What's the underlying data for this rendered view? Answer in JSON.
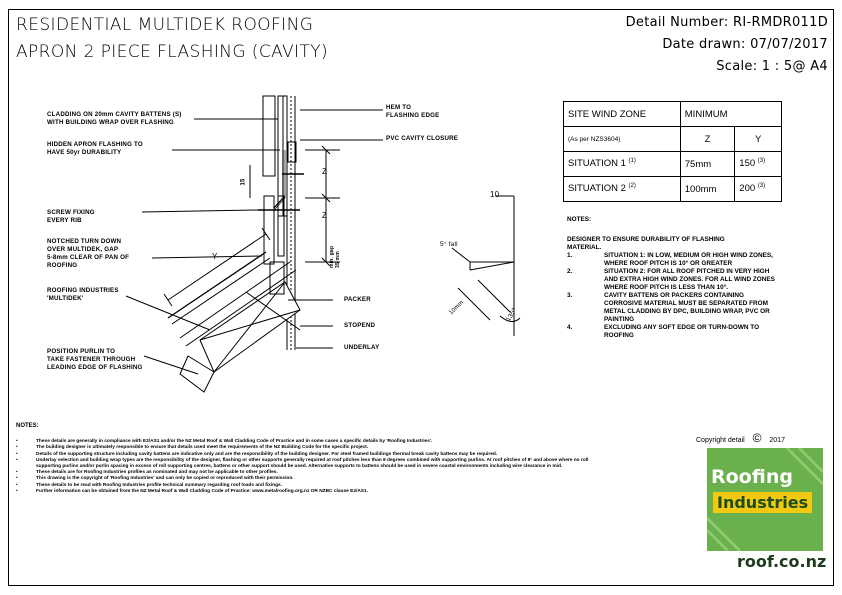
{
  "header": {
    "title_line1": "RESIDENTIAL MULTIDEK ROOFING",
    "title_line2": "APRON 2 PIECE FLASHING (CAVITY)",
    "detail_number": "Detail Number:  RI-RMDR011D",
    "date_drawn": "Date drawn:  07/07/2017",
    "scale": "Scale:    1 : 5@ A4"
  },
  "diagram_labels": {
    "cladding": [
      "CLADDING ON 20mm CAVITY BATTENS (S)",
      "WITH BUILDING WRAP OVER FLASHING"
    ],
    "hidden_apron": [
      "HIDDEN APRON FLASHING TO",
      "HAVE 50yr DURABILITY"
    ],
    "screw": [
      "SCREW FIXING",
      "EVERY RIB"
    ],
    "notched": [
      "NOTCHED TURN DOWN",
      "OVER MULTIDEK, GAP",
      "5-8mm CLEAR OF PAN OF",
      "ROOFING"
    ],
    "roofing_industries": [
      "ROOFING INDUSTRIES",
      "'MULTIDEK'"
    ],
    "position_purlin": [
      "POSITION PURLIN TO",
      "TAKE FASTENER THROUGH",
      "LEADING EDGE OF FLASHING"
    ],
    "hem": [
      "HEM TO",
      "FLASHING EDGE"
    ],
    "pvc": "PVC CAVITY CLOSURE",
    "packer": "PACKER",
    "stopend": "STOPEND",
    "underlay": "UNDERLAY",
    "dim_z1": "Z",
    "dim_z2": "Z",
    "dim_15": "15",
    "dim_y": "Y",
    "dim_min": [
      "min. gap",
      "35 mm"
    ],
    "detail_10": "10",
    "detail_fall": "5° fall",
    "detail_10mm": "10mm",
    "detail_135": "135°"
  },
  "wind_table": {
    "header_label": "SITE WIND ZONE",
    "header_value": "MINIMUM",
    "sub_label": "(As per NZS3604)",
    "col_z": "Z",
    "col_y": "Y",
    "rows": [
      {
        "label": "SITUATION 1",
        "ref": "(1)",
        "z": "75mm",
        "y": "150",
        "yref": "(3)"
      },
      {
        "label": "SITUATION 2",
        "ref": "(2)",
        "z": "100mm",
        "y": "200",
        "yref": "(3)"
      }
    ]
  },
  "notes_right": {
    "heading": "NOTES:",
    "intro": [
      "DESIGNER TO ENSURE DURABILITY OF FLASHING",
      "MATERIAL."
    ],
    "items": [
      {
        "num": "1.",
        "lines": [
          "SITUATION 1: IN LOW, MEDIUM OR HIGH WIND ZONES,",
          "WHERE ROOF PITCH IS 10° OR GREATER"
        ]
      },
      {
        "num": "2.",
        "lines": [
          "SITUATION 2: FOR ALL ROOF PITCHED IN VERY HIGH",
          "AND EXTRA HIGH WIND ZONES. FOR ALL WIND ZONES",
          "WHERE ROOF PITCH IS LESS THAN 10°."
        ]
      },
      {
        "num": "3.",
        "lines": [
          "CAVITY BATTENS OR PACKERS CONTAINING",
          "CORROSIVE MATERIAL MUST BE SEPARATED FROM",
          "METAL CLADDING BY DPC, BUILDING WRAP, PVC OR",
          "PAINTING"
        ]
      },
      {
        "num": "4.",
        "lines": [
          "EXCLUDING ANY SOFT EDGE OR TURN-DOWN TO",
          "ROOFING"
        ]
      }
    ]
  },
  "notes_bottom": {
    "heading": "NOTES:",
    "items": [
      "These details are generally in compliance with E2/AS1 and/or the NZ Metal Roof & Wall Cladding Code of Practice and in some cases a specific details by 'Roofing Industries'.",
      "The building designer is ultimately responsible to ensure that details used meet the requirements of the NZ Building Code for the specific project.",
      "Details of the supporting structure including cavity battens are indicative only and are the responsibility of the building designer. For steel framed buildings thermal break cavity battens may be required.",
      "Underlay selection and building wrap types are the responsibility of the designer, flashing or other supports generally required at roof pitches less than 8 degrees combined with supporting purlins. At roof pitches of 8° and above where no roll supporting purlins and/or purlin spacing in excess of roll supporting centres, battens or other support should be used. Alternative supports to battens should be used in severe coastal environments including wire clearance in mid.",
      "These details are for Roofing Industries profiles as nominated and may not be applicable to other profiles.",
      "This drawing is the copyright of 'Roofing Industries' and can only be copied or reproduced with their permission.",
      "These details to be read with Roofing Industries profile technical summary regarding roof loads and fixings.",
      "Further information can be obtained from the NZ Metal Roof & Wall Cladding Code of Practice: www.metalroofing.org.nz OR NZBC clause E2/AS1."
    ]
  },
  "footer": {
    "copyright_text": "Copyright detail",
    "copyright_symbol": "©",
    "copyright_year": "2017"
  },
  "logo": {
    "word1": "Roofing",
    "word2": "Industries",
    "url": "roof.co.nz",
    "green": "#6ab04c",
    "yellow": "#f2c811"
  }
}
